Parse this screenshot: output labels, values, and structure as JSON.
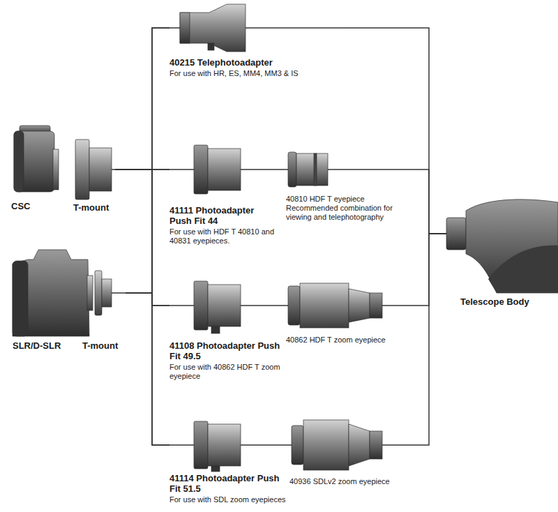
{
  "diagram": {
    "nodes": [
      {
        "text": [
          "CSC"
        ]
      },
      {
        "text": [
          "T-mount"
        ]
      },
      {
        "text": [
          "SLR/D-SLR"
        ]
      },
      {
        "text": [
          "T-mount"
        ]
      },
      {
        "text": [
          "40215 Telephotoadapter",
          "For use with HR, ES, MM4, MM3 & IS"
        ]
      },
      {
        "text": [
          "41111 Photoadapter Push Fit 44",
          "For use with HDF T 40810 and 40831 eyepieces."
        ]
      },
      {
        "text": [
          "40810 HDF T eyepiece",
          "Recommended combination for viewing and telephotography"
        ]
      },
      {
        "text": [
          "41108 Photoadapter Push Fit 49.5",
          "For use with 40862 HDF T zoom eyepiece"
        ]
      },
      {
        "text": [
          "40862 HDF T zoom eyepiece"
        ]
      },
      {
        "text": [
          "41114 Photoadapter Push Fit 51.5",
          "For use with SDL zoom eyepieces"
        ]
      },
      {
        "text": [
          "40936 SDLv2 zoom eyepiece"
        ]
      },
      {
        "text": [
          "Telescope Body"
        ]
      }
    ],
    "edges": [
      {
        "from": 1,
        "to": 4,
        "arrow": "none"
      },
      {
        "from": 1,
        "to": 5,
        "arrow": "none"
      },
      {
        "from": 1,
        "to": 7,
        "arrow": "none"
      },
      {
        "from": 1,
        "to": 9,
        "arrow": "none"
      },
      {
        "from": 3,
        "to": 4,
        "arrow": "none"
      },
      {
        "from": 3,
        "to": 5,
        "arrow": "none"
      },
      {
        "from": 3,
        "to": 7,
        "arrow": "none"
      },
      {
        "from": 3,
        "to": 9,
        "arrow": "none"
      },
      {
        "from": 5,
        "to": 6,
        "arrow": "none"
      },
      {
        "from": 7,
        "to": 8,
        "arrow": "none"
      },
      {
        "from": 9,
        "to": 10,
        "arrow": "none"
      },
      {
        "from": 4,
        "to": 11,
        "arrow": "none"
      },
      {
        "from": 6,
        "to": 11,
        "arrow": "none"
      },
      {
        "from": 8,
        "to": 11,
        "arrow": "none"
      },
      {
        "from": 10,
        "to": 11,
        "arrow": "none"
      }
    ]
  }
}
